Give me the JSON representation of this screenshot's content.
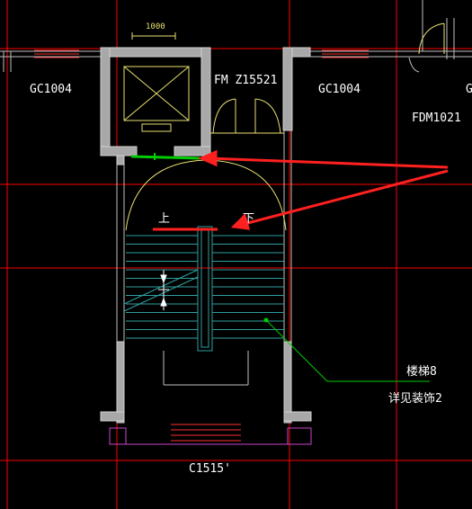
{
  "labels": {
    "gc_left": "GC1004",
    "gc_right": "GC1004",
    "gc_edge": "G",
    "fm": "FM Z15521",
    "fdm": "FDM1021",
    "dim": "1000",
    "up": "上",
    "down": "下",
    "stair_name": "楼梯8",
    "stair_detail": "详见装饰2",
    "window_bottom": "C1515'"
  },
  "colors": {
    "background": "#000000",
    "wall": "#c0c0c0",
    "wall_fill": "#a8a8a8",
    "grid": "#ff0000",
    "annotation_arrow": "#ff2020",
    "stairs": "#2f9e9e",
    "elevator": "#e8e070",
    "door": "#e8e070",
    "leader": "#00cc00",
    "window": "#cc44cc",
    "dimension": "#e8e070",
    "text": "#ffffff"
  }
}
